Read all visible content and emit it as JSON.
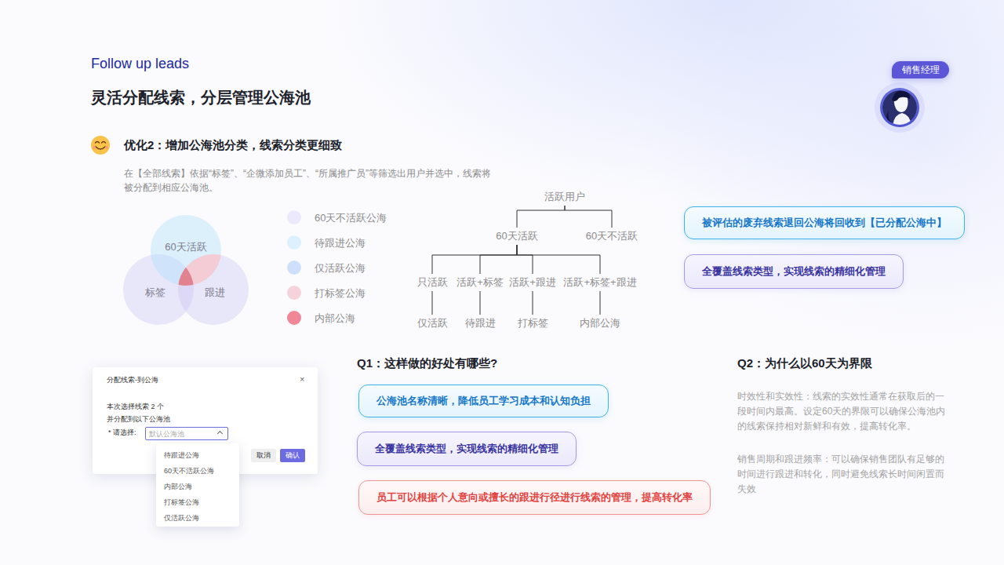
{
  "diagram": {
    "title": "灵活分配线索，分层管理公海池",
    "nodes": [
      {
        "text": [
          "销售经理"
        ]
      },
      {
        "text": [
          "60天活跃"
        ]
      },
      {
        "text": [
          "标签"
        ]
      },
      {
        "text": [
          "跟进"
        ]
      },
      {
        "text": [
          "活跃用户"
        ]
      },
      {
        "text": [
          "60天活跃"
        ]
      },
      {
        "text": [
          "60天不活跃"
        ]
      },
      {
        "text": [
          "只活跃"
        ]
      },
      {
        "text": [
          "活跃+标签"
        ]
      },
      {
        "text": [
          "活跃+跟进"
        ]
      },
      {
        "text": [
          "活跃+标签+跟进"
        ]
      },
      {
        "text": [
          "仅活跃"
        ]
      },
      {
        "text": [
          "待跟进"
        ]
      },
      {
        "text": [
          "打标签"
        ]
      },
      {
        "text": [
          "内部公海"
        ]
      },
      {
        "text": [
          "被评估的废弃线索退回公海将回收到【已分配公海中】"
        ]
      },
      {
        "text": [
          "全覆盖线索类型，实现线索的精细化管理"
        ]
      },
      {
        "text": [
          "分配线索-到公海",
          "×",
          "本次选择线索 2 个",
          "并分配到以下公海池",
          "* 请选择:"
        ]
      },
      {
        "text": [
          "默认公海池"
        ],
        "in": 17
      },
      {
        "text": [
          "取消"
        ],
        "in": 17
      },
      {
        "text": [
          "确认"
        ],
        "in": 17
      },
      {
        "text": [
          "待跟进公海",
          "60天不活跃公海",
          "内部公海",
          "打标签公海",
          "仅活跃公海"
        ]
      },
      {
        "text": [
          "公海池名称清晰，降低员工学习成本和认知负担"
        ]
      },
      {
        "text": [
          "全覆盖线索类型，实现线索的精细化管理"
        ]
      },
      {
        "text": [
          "员工可以根据个人意向或擅长的跟进行径进行线索的管理，提高转化率"
        ]
      }
    ],
    "edges": [
      {
        "from": 4,
        "to": 5,
        "arrow": "none"
      },
      {
        "from": 4,
        "to": 6,
        "arrow": "none"
      },
      {
        "from": 5,
        "to": 7,
        "arrow": "none"
      },
      {
        "from": 5,
        "to": 8,
        "arrow": "none"
      },
      {
        "from": 5,
        "to": 9,
        "arrow": "none"
      },
      {
        "from": 5,
        "to": 10,
        "arrow": "none"
      },
      {
        "from": 7,
        "to": 11,
        "arrow": "none"
      },
      {
        "from": 8,
        "to": 12,
        "arrow": "none"
      },
      {
        "from": 9,
        "to": 13,
        "arrow": "none"
      },
      {
        "from": 10,
        "to": 14,
        "arrow": "none"
      }
    ],
    "labels": [
      "Follow up leads",
      "优化2：增加公海池分类，线索分类更细致",
      "在【全部线索】依据“标签”、“企微添加员工”、“所属推广员”等筛选出用户并选中，线索将被分配到相应公海池。",
      "Q1：这样做的好处有哪些?",
      "Q2：为什么以60天为界限",
      "时效性和实效性：线索的实效性通常在获取后的一段时间内最高。设定60天的界限可以确保公海池内的线索保持相对新鲜和有效，提高转化率。",
      "销售周期和跟进频率：可以确保销售团队有足够的时间进行跟进和转化，同时避免线索长时间闲置而失效"
    ],
    "legend": [
      {
        "text": "60天不活跃公海",
        "color": "#ebe9fb"
      },
      {
        "text": "待跟进公海",
        "color": "#dcf1fd"
      },
      {
        "text": "仅活跃公海",
        "color": "#cddffb"
      },
      {
        "text": "打标签公海",
        "color": "#f6d2db"
      },
      {
        "text": "内部公海",
        "color": "#ef8797"
      }
    ]
  }
}
